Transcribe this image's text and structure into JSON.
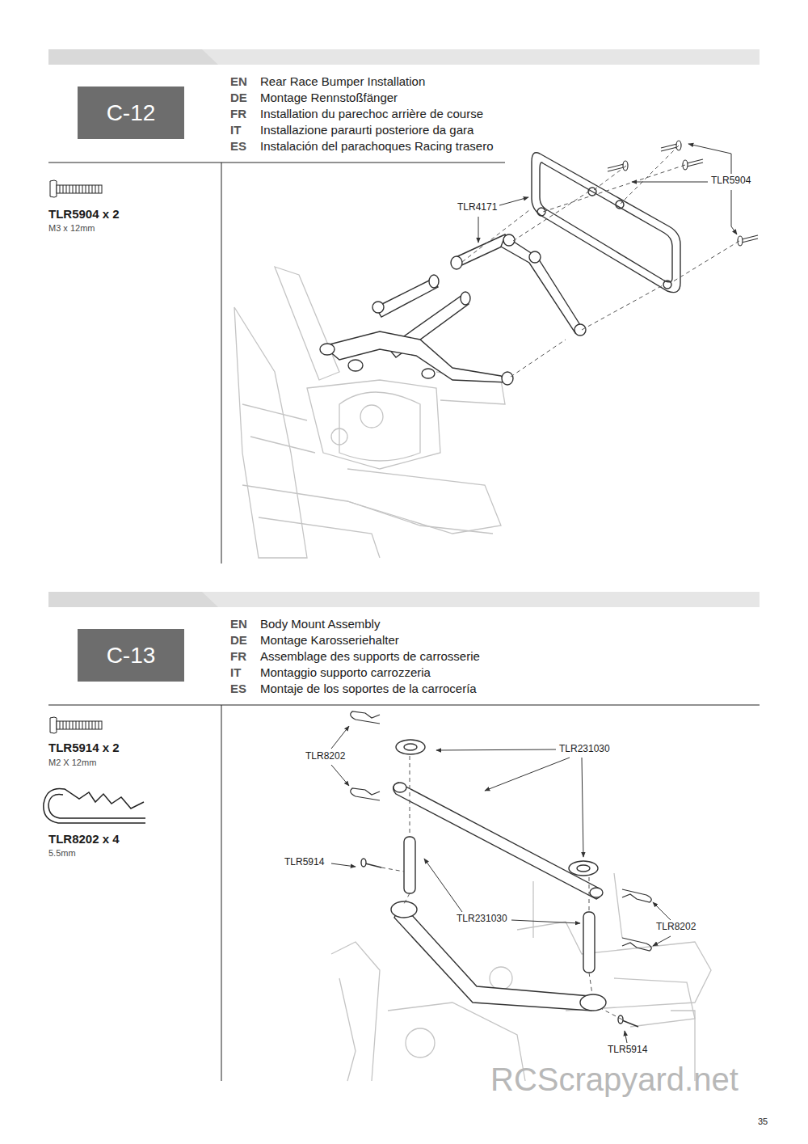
{
  "diagram": {
    "nodes": [
      {
        "text": [
          "C-12"
        ]
      },
      {
        "text": [
          "C-13"
        ]
      }
    ],
    "labels": [
      "EN",
      "Rear Race Bumper Installation",
      "DE",
      "Montage Rennstoßfänger",
      "FR",
      "Installation du parechoc arrière de course",
      "IT",
      "Installazione paraurti posteriore da gara",
      "ES",
      "Instalación del parachoques Racing trasero",
      "TLR5904 x 2",
      "M3 x 12mm",
      "TLR4171",
      "TLR5904",
      "EN",
      "Body Mount Assembly",
      "DE",
      "Montage Karosseriehalter",
      "FR",
      "Assemblage des supports de carrosserie",
      "IT",
      "Montaggio supporto carrozzeria",
      "ES",
      "Montaje de los soportes de la carrocería",
      "TLR5914 x 2",
      "M2 X 12mm",
      "TLR8202 x 4",
      "5.5mm",
      "TLR8202",
      "TLR231030",
      "TLR5914",
      "TLR231030",
      "TLR8202",
      "TLR5914",
      "RCScrapyard.net",
      "35"
    ]
  }
}
